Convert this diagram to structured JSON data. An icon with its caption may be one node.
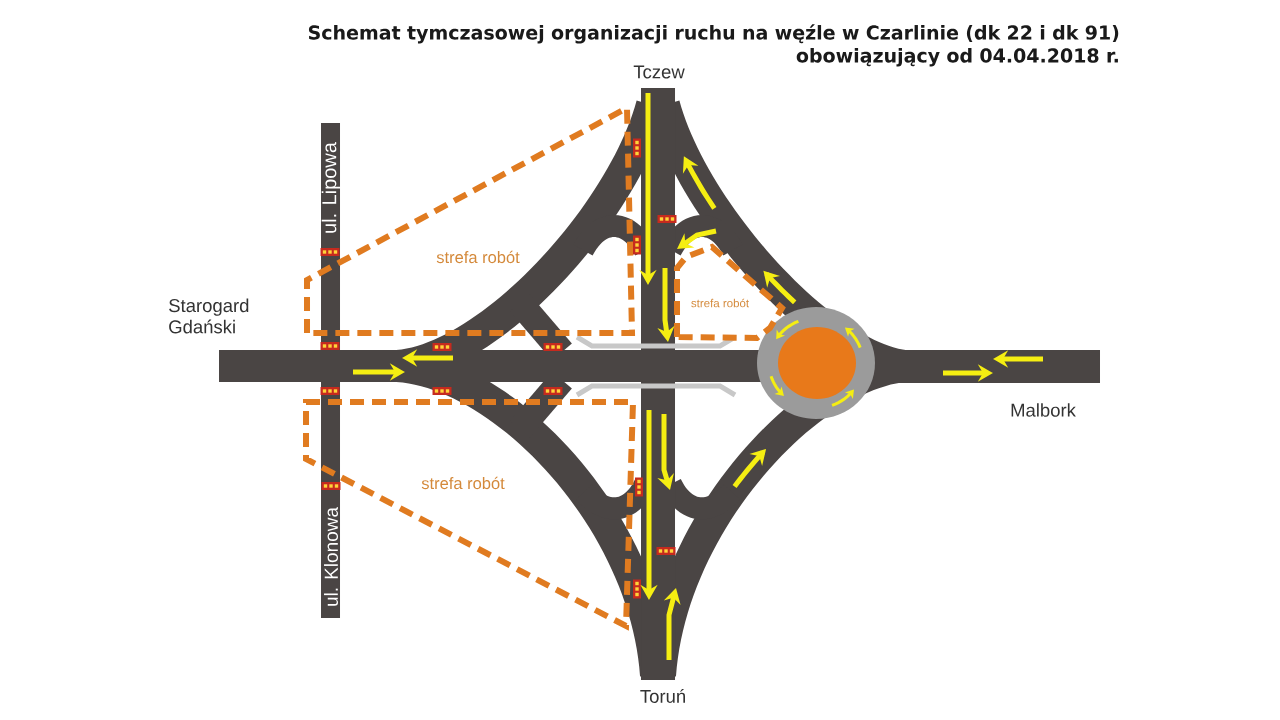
{
  "diagram": {
    "title": "Schemat tymczasowej organizacji ruchu na węźle w Czarlinie (dk 22 i dk 91) obowiązujący od 04.04.2018 r.",
    "nodes": [
      {
        "text": [
          "strefa robót"
        ]
      },
      {
        "text": [
          "strefa robót"
        ]
      },
      {
        "text": [
          "strefa robót"
        ]
      }
    ],
    "labels": [
      "Tczew",
      "ul. Lipowa",
      "Starogard Gdański",
      "Malbork",
      "ul. Klonowa",
      "Toruń"
    ]
  }
}
